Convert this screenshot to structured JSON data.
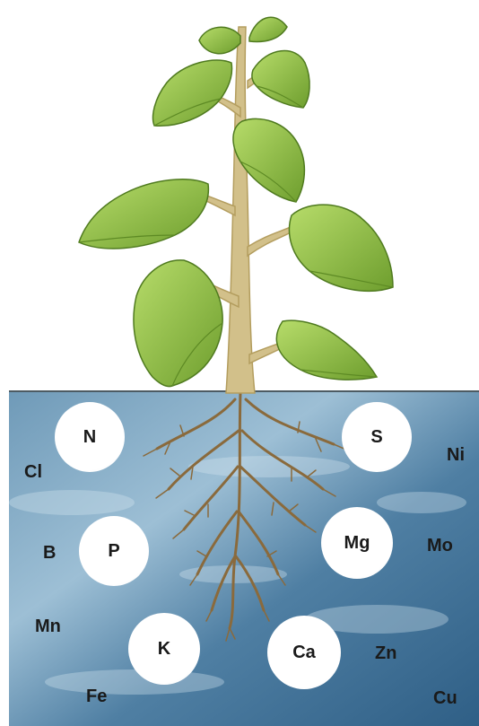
{
  "macronutrients": [
    {
      "symbol": "N"
    },
    {
      "symbol": "P"
    },
    {
      "symbol": "K"
    },
    {
      "symbol": "S"
    },
    {
      "symbol": "Mg"
    },
    {
      "symbol": "Ca"
    }
  ],
  "micronutrients": [
    {
      "symbol": "Cl"
    },
    {
      "symbol": "B"
    },
    {
      "symbol": "Mn"
    },
    {
      "symbol": "Fe"
    },
    {
      "symbol": "Ni"
    },
    {
      "symbol": "Mo"
    },
    {
      "symbol": "Zn"
    },
    {
      "symbol": "Cu"
    }
  ],
  "colors": {
    "soil_light": "#a9c8dc",
    "soil_dark": "#3f6f94",
    "soil_line": "#4d5b63",
    "leaf": "#8fbf3f",
    "leaf_dark": "#5d8a24",
    "stem": "#d2c08a",
    "root": "#8a6a3c",
    "circle": "#ffffff"
  }
}
